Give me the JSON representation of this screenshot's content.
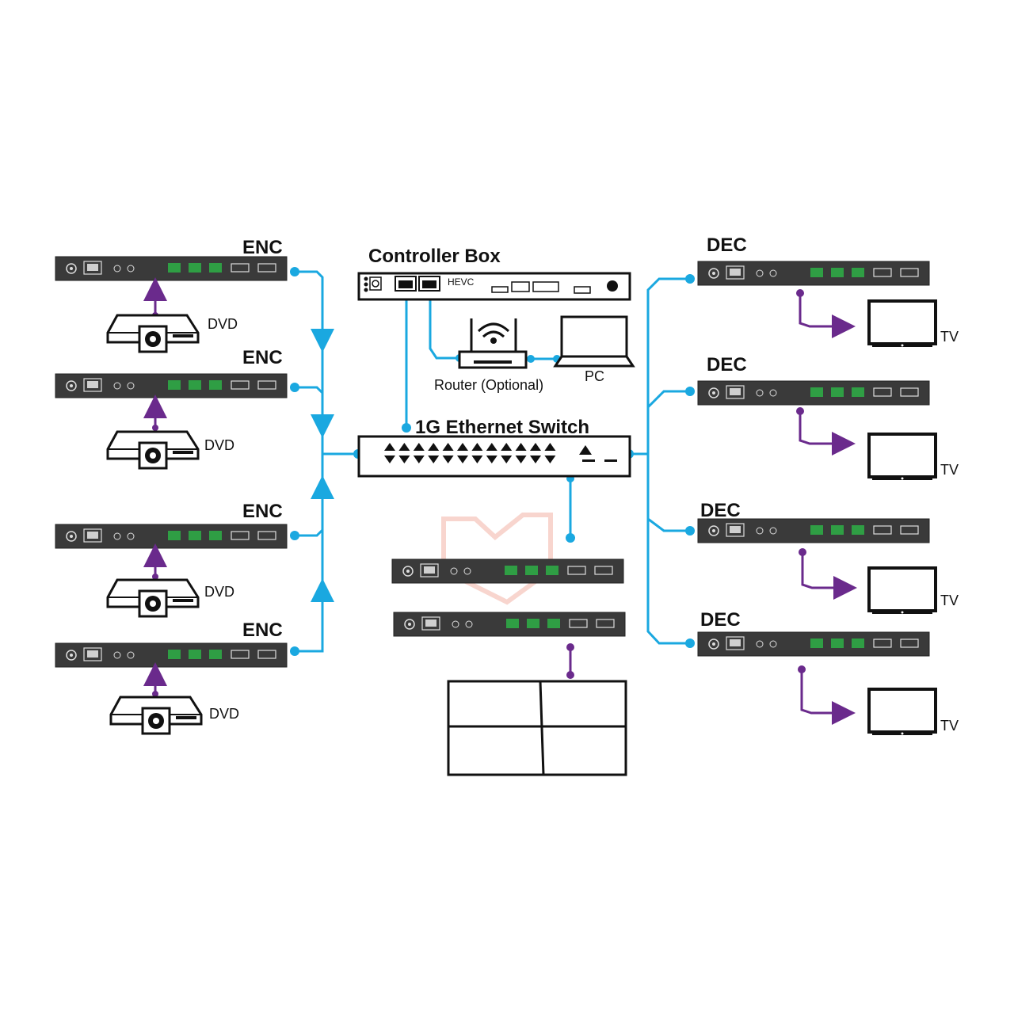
{
  "labels": {
    "enc": "ENC",
    "dec": "DEC",
    "dvd": "DVD",
    "tv": "TV",
    "controller_box": "Controller Box",
    "hevc": "HEVC",
    "router": "Router (Optional)",
    "pc": "PC",
    "switch": "1G Ethernet Switch"
  },
  "colors": {
    "network_line": "#1aa8e0",
    "av_line": "#6a2a8c",
    "device_body": "#3a3a3a",
    "terminal_green": "#2f9e44",
    "outline": "#111111"
  },
  "icons": [
    "dvd-player-icon",
    "tv-icon",
    "router-icon",
    "laptop-icon",
    "wifi-icon",
    "video-wall-icon"
  ]
}
